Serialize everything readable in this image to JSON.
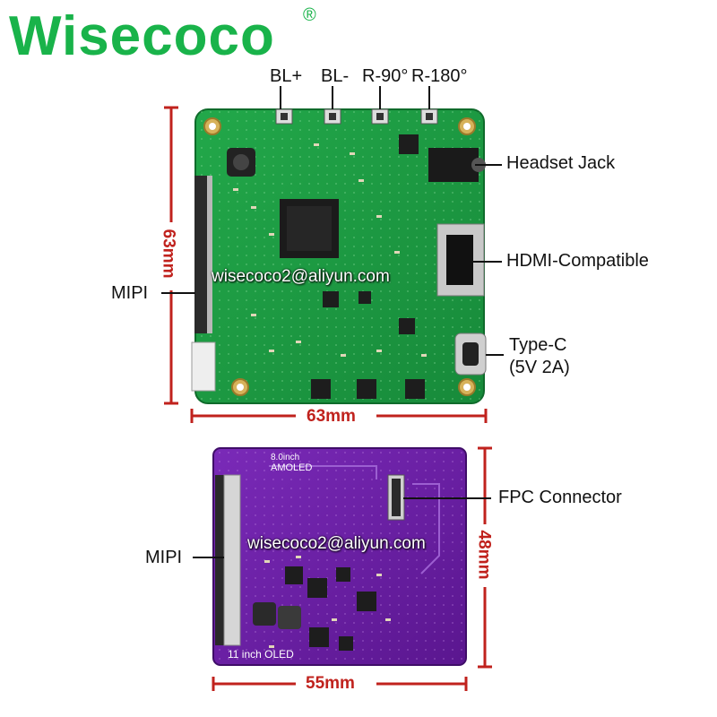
{
  "brand": {
    "logo_text": "Wisecoco",
    "registered_mark": "®",
    "color": "#19b34a"
  },
  "board_top": {
    "color": "#1f9c43",
    "button_labels": [
      "BL+",
      "BL-",
      "R-90°",
      "R-180°"
    ],
    "callouts": {
      "headset": "Headset Jack",
      "hdmi": "HDMI-Compatible",
      "typec_line1": "Type-C",
      "typec_line2": "(5V 2A)",
      "mipi": "MIPI"
    },
    "dimension_height": "63mm",
    "dimension_width": "63mm",
    "watermark": "wisecoco2@aliyun.com"
  },
  "board_bottom": {
    "color": "#6b1fa8",
    "silkscreen_top": "8.0inch",
    "silkscreen_top2": "AMOLED",
    "silkscreen_bottom": "11 inch OLED",
    "callouts": {
      "fpc": "FPC Connector",
      "mipi": "MIPI"
    },
    "dimension_height": "48mm",
    "dimension_width": "55mm",
    "watermark": "wisecoco2@aliyun.com"
  },
  "colors": {
    "dimension": "#c0221d",
    "pcb_green": "#1f9c43",
    "pcb_purple": "#6b1fa8"
  }
}
